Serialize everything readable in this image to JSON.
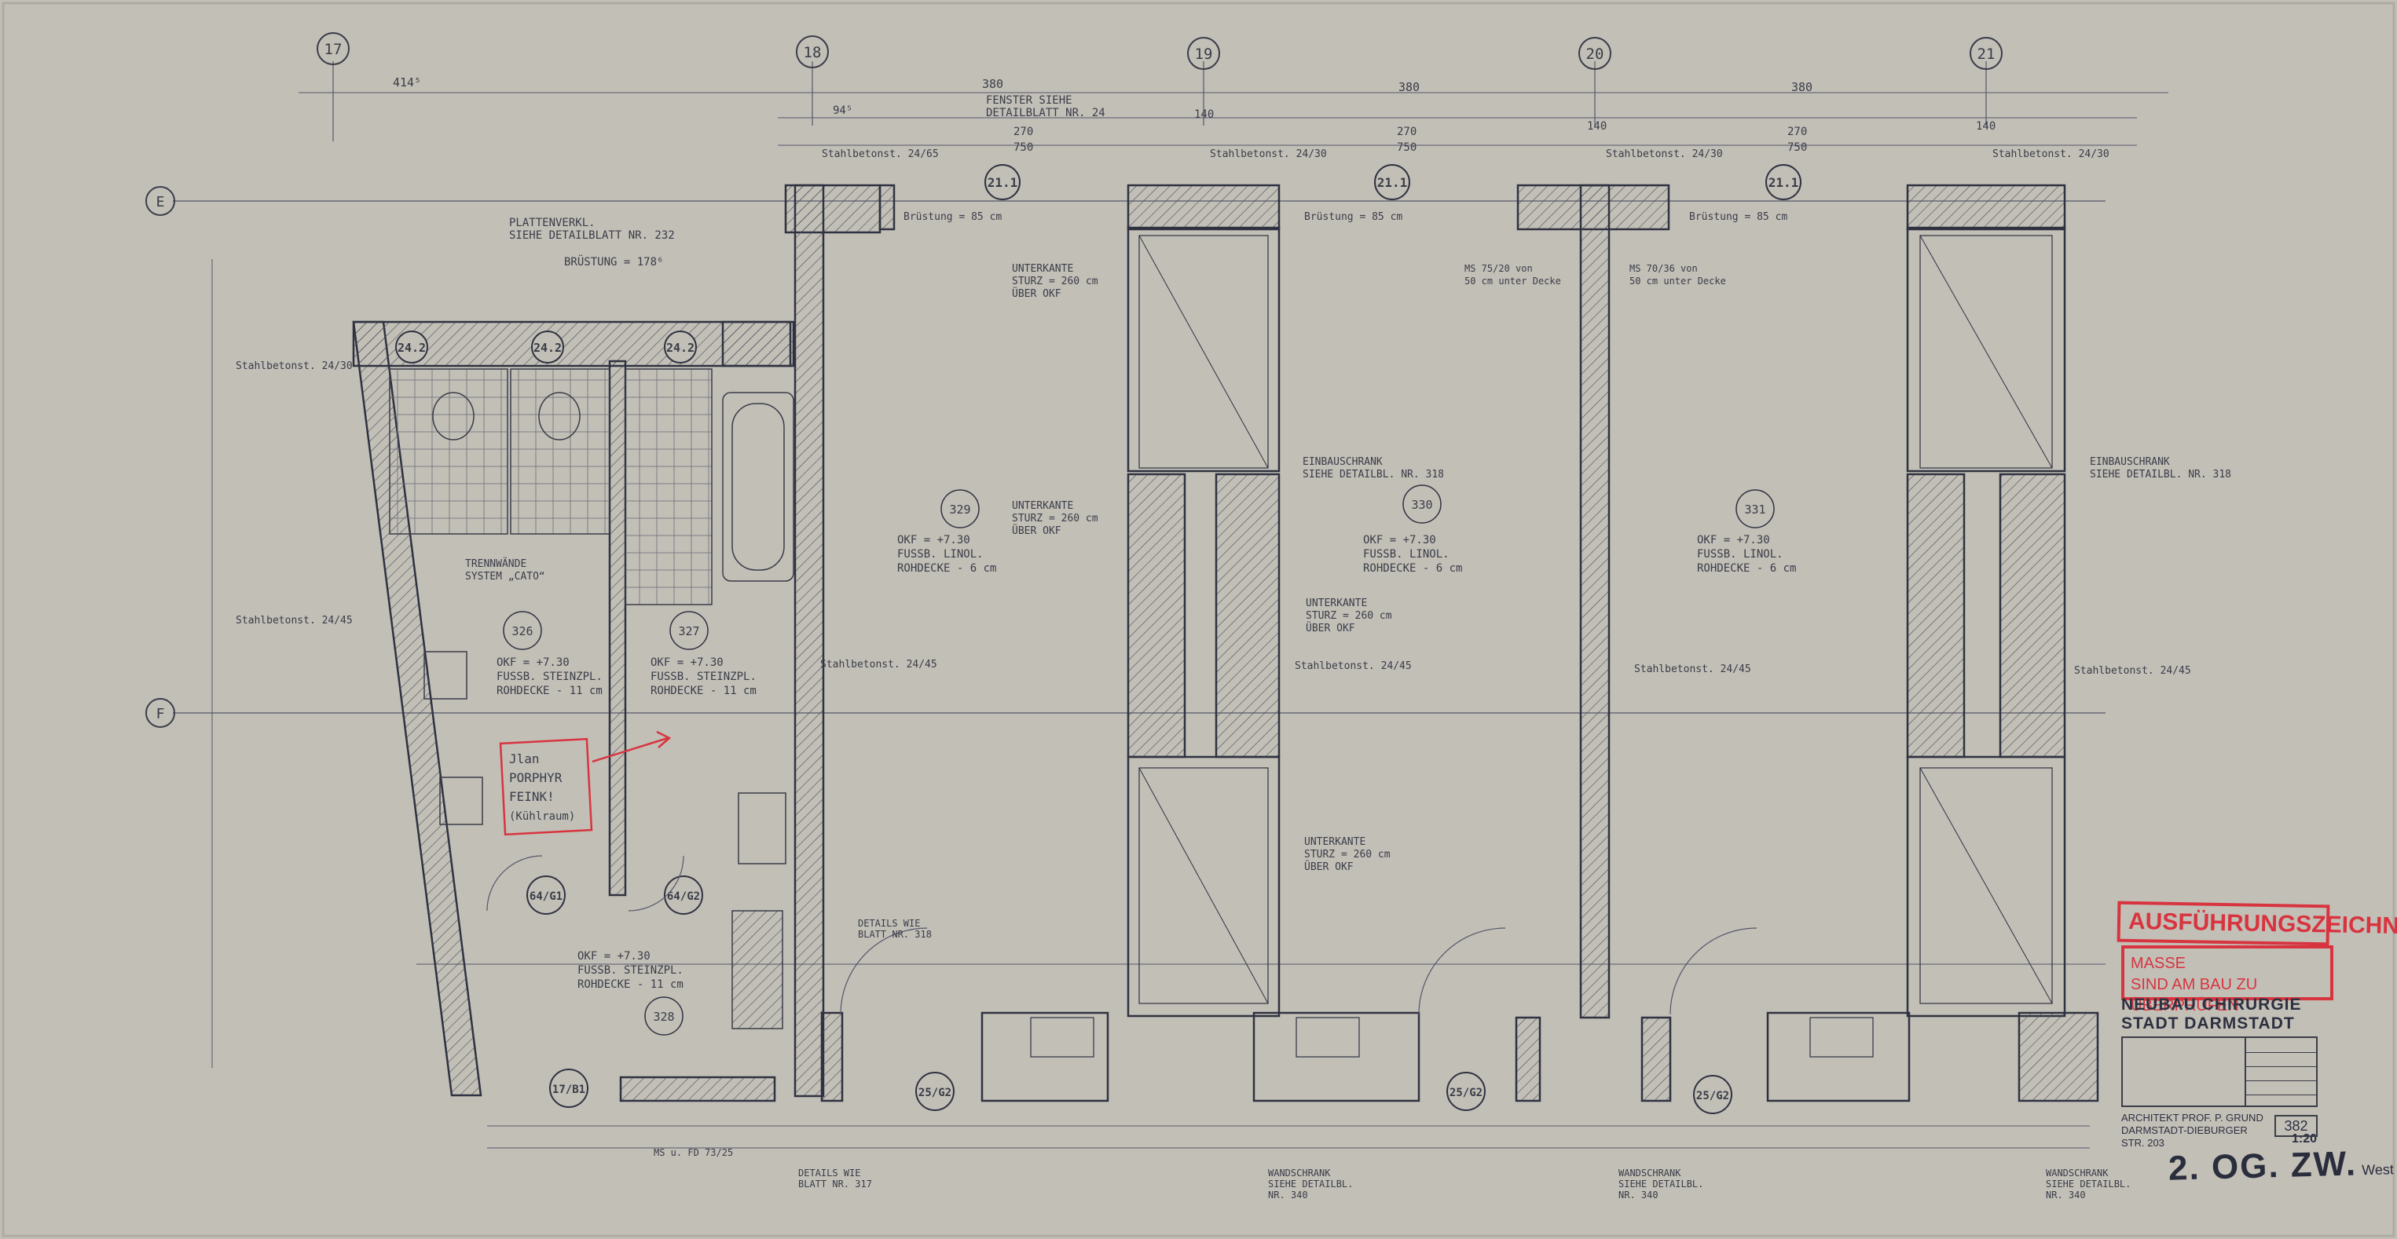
{
  "grid_axes": {
    "columns": [
      "17",
      "18",
      "19",
      "20",
      "21"
    ],
    "rows": [
      "E",
      "F"
    ]
  },
  "overall_dims": {
    "first_bay": "414⁵",
    "bays": [
      "380",
      "380",
      "380"
    ],
    "upper": [
      "94⁵",
      "270",
      "750",
      "270",
      "750",
      "270",
      "750",
      "140",
      "140",
      "140"
    ]
  },
  "window_tags": [
    "21.1",
    "21.1",
    "21.1"
  ],
  "bath_window_tags": [
    "24.2",
    "24.2",
    "24.2"
  ],
  "door_tags": [
    "64/G1",
    "64/G2",
    "17/B1",
    "25/G2",
    "25/G2",
    "25/G2"
  ],
  "rooms": [
    {
      "number": "326",
      "line1": "OKF = +7.30",
      "line2": "FUSSB. STEINZPL.",
      "line3": "ROHDECKE - 11 cm"
    },
    {
      "number": "327",
      "line1": "OKF = +7.30",
      "line2": "FUSSB. STEINZPL.",
      "line3": "ROHDECKE - 11 cm"
    },
    {
      "number": "328",
      "line1": "OKF = +7.30",
      "line2": "FUSSB. STEINZPL.",
      "line3": "ROHDECKE - 11 cm"
    },
    {
      "number": "329",
      "line1": "OKF = +7.30",
      "line2": "FUSSB. LINOL.",
      "line3": "ROHDECKE - 6 cm"
    },
    {
      "number": "330",
      "line1": "OKF = +7.30",
      "line2": "FUSSB. LINOL.",
      "line3": "ROHDECKE - 6 cm"
    },
    {
      "number": "331",
      "line1": "OKF = +7.30",
      "line2": "FUSSB. LINOL.",
      "line3": "ROHDECKE - 6 cm"
    }
  ],
  "notes": {
    "plattenverkl_1": "PLATTENVERKL.",
    "plattenverkl_2": "SIEHE DETAILBLATT NR. 232",
    "bruestung_bath": "BRÜSTUNG = 178⁶",
    "fenster_1": "FENSTER SIEHE",
    "fenster_2": "DETAILBLATT NR. 24",
    "stahlbetonst_1": "Stahlbetonst. 24/30",
    "stahlbetonst_2": "Stahlbetonst. 24/45",
    "stahlbetonst_3": "Stahlbetonst. 24/65",
    "bruestung_85": "Brüstung = 85 cm",
    "unterkante_1": "UNTERKANTE",
    "unterkante_2": "STURZ = 260 cm",
    "unterkante_3": "ÜBER OKF",
    "einbauschrank_1": "EINBAUSCHRANK",
    "einbauschrank_2": "SIEHE DETAILBL. NR. 318",
    "trennwaende_1": "TRENNWÄNDE",
    "trennwaende_2": "SYSTEM „CATO“",
    "ms_1": "MS 75/20 von",
    "ms_2": "50 cm unter Decke",
    "ms_3": "MS 70/36 von",
    "ms_4": "50 cm unter Decke",
    "details_1": "DETAILS WIE",
    "details_2": "BLATT NR. 318",
    "details_3": "DETAILS WIE",
    "details_4": "BLATT NR. 317",
    "wandschrank_1": "WANDSCHRANK",
    "wandschrank_2": "SIEHE DETAILBL.",
    "wandschrank_3": "NR. 340",
    "msfd": "MS u. FD 73/25"
  },
  "handwritten_note": [
    "Jlan",
    "PORPHYR",
    "FEINK!",
    "(Kühlraum)"
  ],
  "stamps": {
    "execution": "AUSFÜHRUNGSZEICHNUNG",
    "masse_1": "MASSE",
    "masse_2": "SIND AM BAU ZU ÜBERPRÜFEN"
  },
  "title_block": {
    "line1": "NEUBAU CHIRURGIE",
    "line2": "STADT DARMSTADT",
    "architect": "ARCHITEKT PROF. P. GRUND",
    "address": "DARMSTADT-DIEBURGER STR. 203",
    "scale": "1:20",
    "sheet_number": "382"
  },
  "sheet_label": "2. OG. ZW.",
  "sheet_label_suffix": "West",
  "colors": {
    "paper": "#c2bfb7",
    "ink": "#3a3d48",
    "stamp_red": "#d8343f"
  }
}
